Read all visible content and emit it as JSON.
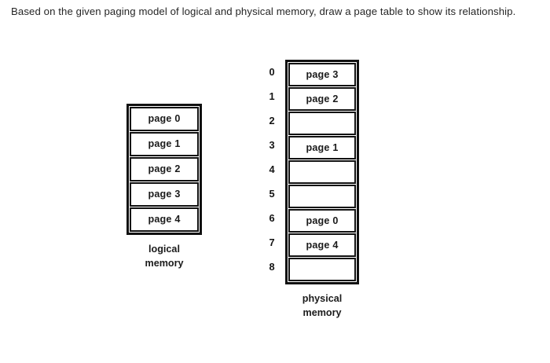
{
  "question": {
    "text": "Based on the given paging model of logical and physical memory, draw a page table to show its relationship."
  },
  "figure": {
    "logical_memory": {
      "label_line1": "logical",
      "label_line2": "memory",
      "cells": [
        {
          "text": "page 0"
        },
        {
          "text": "page 1"
        },
        {
          "text": "page 2"
        },
        {
          "text": "page 3"
        },
        {
          "text": "page 4"
        }
      ]
    },
    "physical_memory": {
      "label_line1": "physical",
      "label_line2": "memory",
      "frames": [
        {
          "index": "0",
          "text": "page 3"
        },
        {
          "index": "1",
          "text": "page 2"
        },
        {
          "index": "2",
          "text": ""
        },
        {
          "index": "3",
          "text": "page 1"
        },
        {
          "index": "4",
          "text": ""
        },
        {
          "index": "5",
          "text": ""
        },
        {
          "index": "6",
          "text": "page 0"
        },
        {
          "index": "7",
          "text": "page 4"
        },
        {
          "index": "8",
          "text": ""
        }
      ]
    }
  },
  "colors": {
    "background": "#ffffff",
    "text": "#262626",
    "box_border": "#111111",
    "cell_text": "#1b1b1b"
  }
}
